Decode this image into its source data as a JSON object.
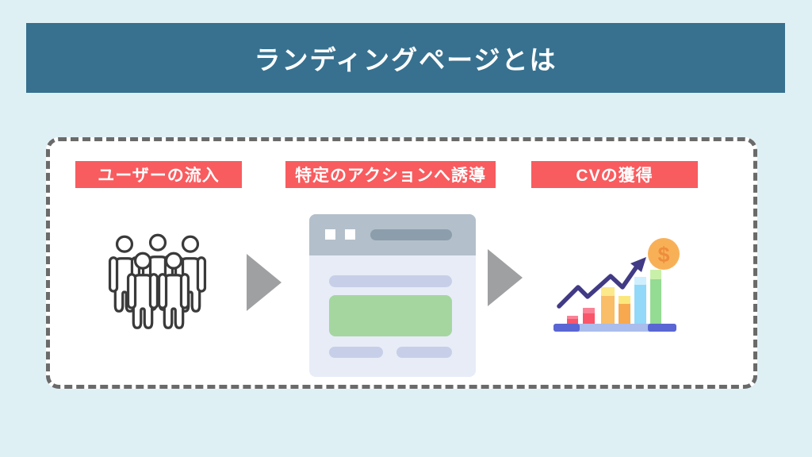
{
  "page": {
    "background_color": "#dff0f5"
  },
  "header": {
    "title": "ランディングページとは",
    "background_color": "#37718f",
    "text_color": "#ffffff"
  },
  "flow_diagram": {
    "panel_border_color": "#6a6a6a",
    "panel_background_color": "#ffffff",
    "label_background_color": "#f85c5f",
    "label_text_color": "#ffffff",
    "arrow_color": "#9fa0a2",
    "steps": [
      {
        "label": "ユーザーの流入",
        "illustration": "crowd-of-users"
      },
      {
        "label": "特定のアクションへ誘導",
        "illustration": "landing-page-browser-mockup"
      },
      {
        "label": "CVの獲得",
        "illustration": "growth-chart-with-dollar-coin"
      }
    ],
    "icons": {
      "coin_symbol": "$",
      "coin_color": "#f8b057",
      "trend_line_color": "#413a85",
      "crowd_outline_color": "#3a3a3a",
      "browser_header_color": "#b3bfca",
      "browser_hero_color": "#a5d6a0"
    }
  }
}
